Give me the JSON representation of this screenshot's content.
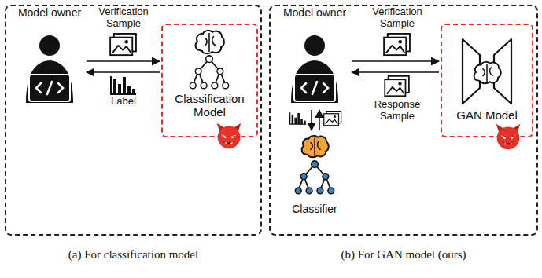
{
  "diagram": {
    "nodes": [
      {
        "text": [
          "(a) For classification model"
        ]
      },
      {
        "text": [
          "Model owner"
        ],
        "in": 0
      },
      {
        "text": [
          "Classification Model"
        ],
        "in": 0
      },
      {
        "text": [
          "(b) For GAN model (ours)"
        ]
      },
      {
        "text": [
          "Model owner"
        ],
        "in": 3
      },
      {
        "text": [
          "GAN Model"
        ],
        "in": 3
      },
      {
        "text": [
          "Classifier"
        ],
        "in": 3
      }
    ],
    "edges": [
      {
        "from": 1,
        "to": 2,
        "arrow": "to",
        "label": "Verification Sample"
      },
      {
        "from": 2,
        "to": 1,
        "arrow": "to",
        "label": "Label"
      },
      {
        "from": 4,
        "to": 5,
        "arrow": "to",
        "label": "Verification Sample"
      },
      {
        "from": 5,
        "to": 4,
        "arrow": "to",
        "label": "Response Sample"
      },
      {
        "from": 4,
        "to": 6,
        "arrow": "to"
      },
      {
        "from": 6,
        "to": 4,
        "arrow": "to"
      }
    ]
  }
}
